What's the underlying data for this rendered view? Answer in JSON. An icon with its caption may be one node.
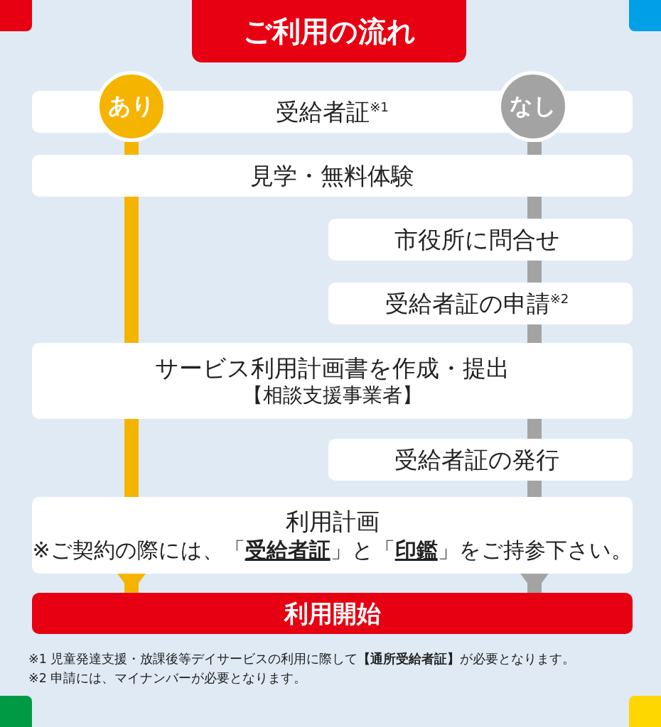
{
  "diagram": {
    "title": "ご利用の流れ",
    "nodes": [
      {
        "text": [
          "あり"
        ]
      },
      {
        "text": [
          "なし"
        ]
      },
      {
        "text": [
          "受給者証$^{※1}$"
        ]
      },
      {
        "text": [
          "見学・無料体験"
        ]
      },
      {
        "text": [
          "市役所に問合せ"
        ]
      },
      {
        "text": [
          "受給者証の申請$^{※2}$"
        ]
      },
      {
        "text": [
          "サービス利用計画書を作成・提出",
          "【相談支援事業者】"
        ]
      },
      {
        "text": [
          "受給者証の発行"
        ]
      },
      {
        "text": [
          "利用計画",
          "※ご契約の際には、「**受給者証**」と「**印鑑**」をご持参下さい。"
        ]
      },
      {
        "text": [
          "利用開始"
        ]
      }
    ],
    "edges": [
      {
        "from": 0,
        "to": 3,
        "arrow": "none",
        "color": "#f5b400"
      },
      {
        "from": 3,
        "to": 6,
        "arrow": "none",
        "color": "#f5b400"
      },
      {
        "from": 6,
        "to": 8,
        "arrow": "none",
        "color": "#f5b400"
      },
      {
        "from": 8,
        "to": 9,
        "arrow": "to",
        "color": "#f5b400"
      },
      {
        "from": 1,
        "to": 3,
        "arrow": "none"
      },
      {
        "from": 3,
        "to": 4,
        "arrow": "none"
      },
      {
        "from": 4,
        "to": 5,
        "arrow": "none"
      },
      {
        "from": 5,
        "to": 6,
        "arrow": "none"
      },
      {
        "from": 6,
        "to": 7,
        "arrow": "none"
      },
      {
        "from": 7,
        "to": 8,
        "arrow": "none"
      },
      {
        "from": 8,
        "to": 9,
        "arrow": "to"
      }
    ],
    "labels": [
      "※1 児童発達支援・放課後等デイサービスの利用に際して**【通所受給者証】**が必要となります。",
      "※2 申請には、マイナンバーが必要となります。"
    ]
  }
}
